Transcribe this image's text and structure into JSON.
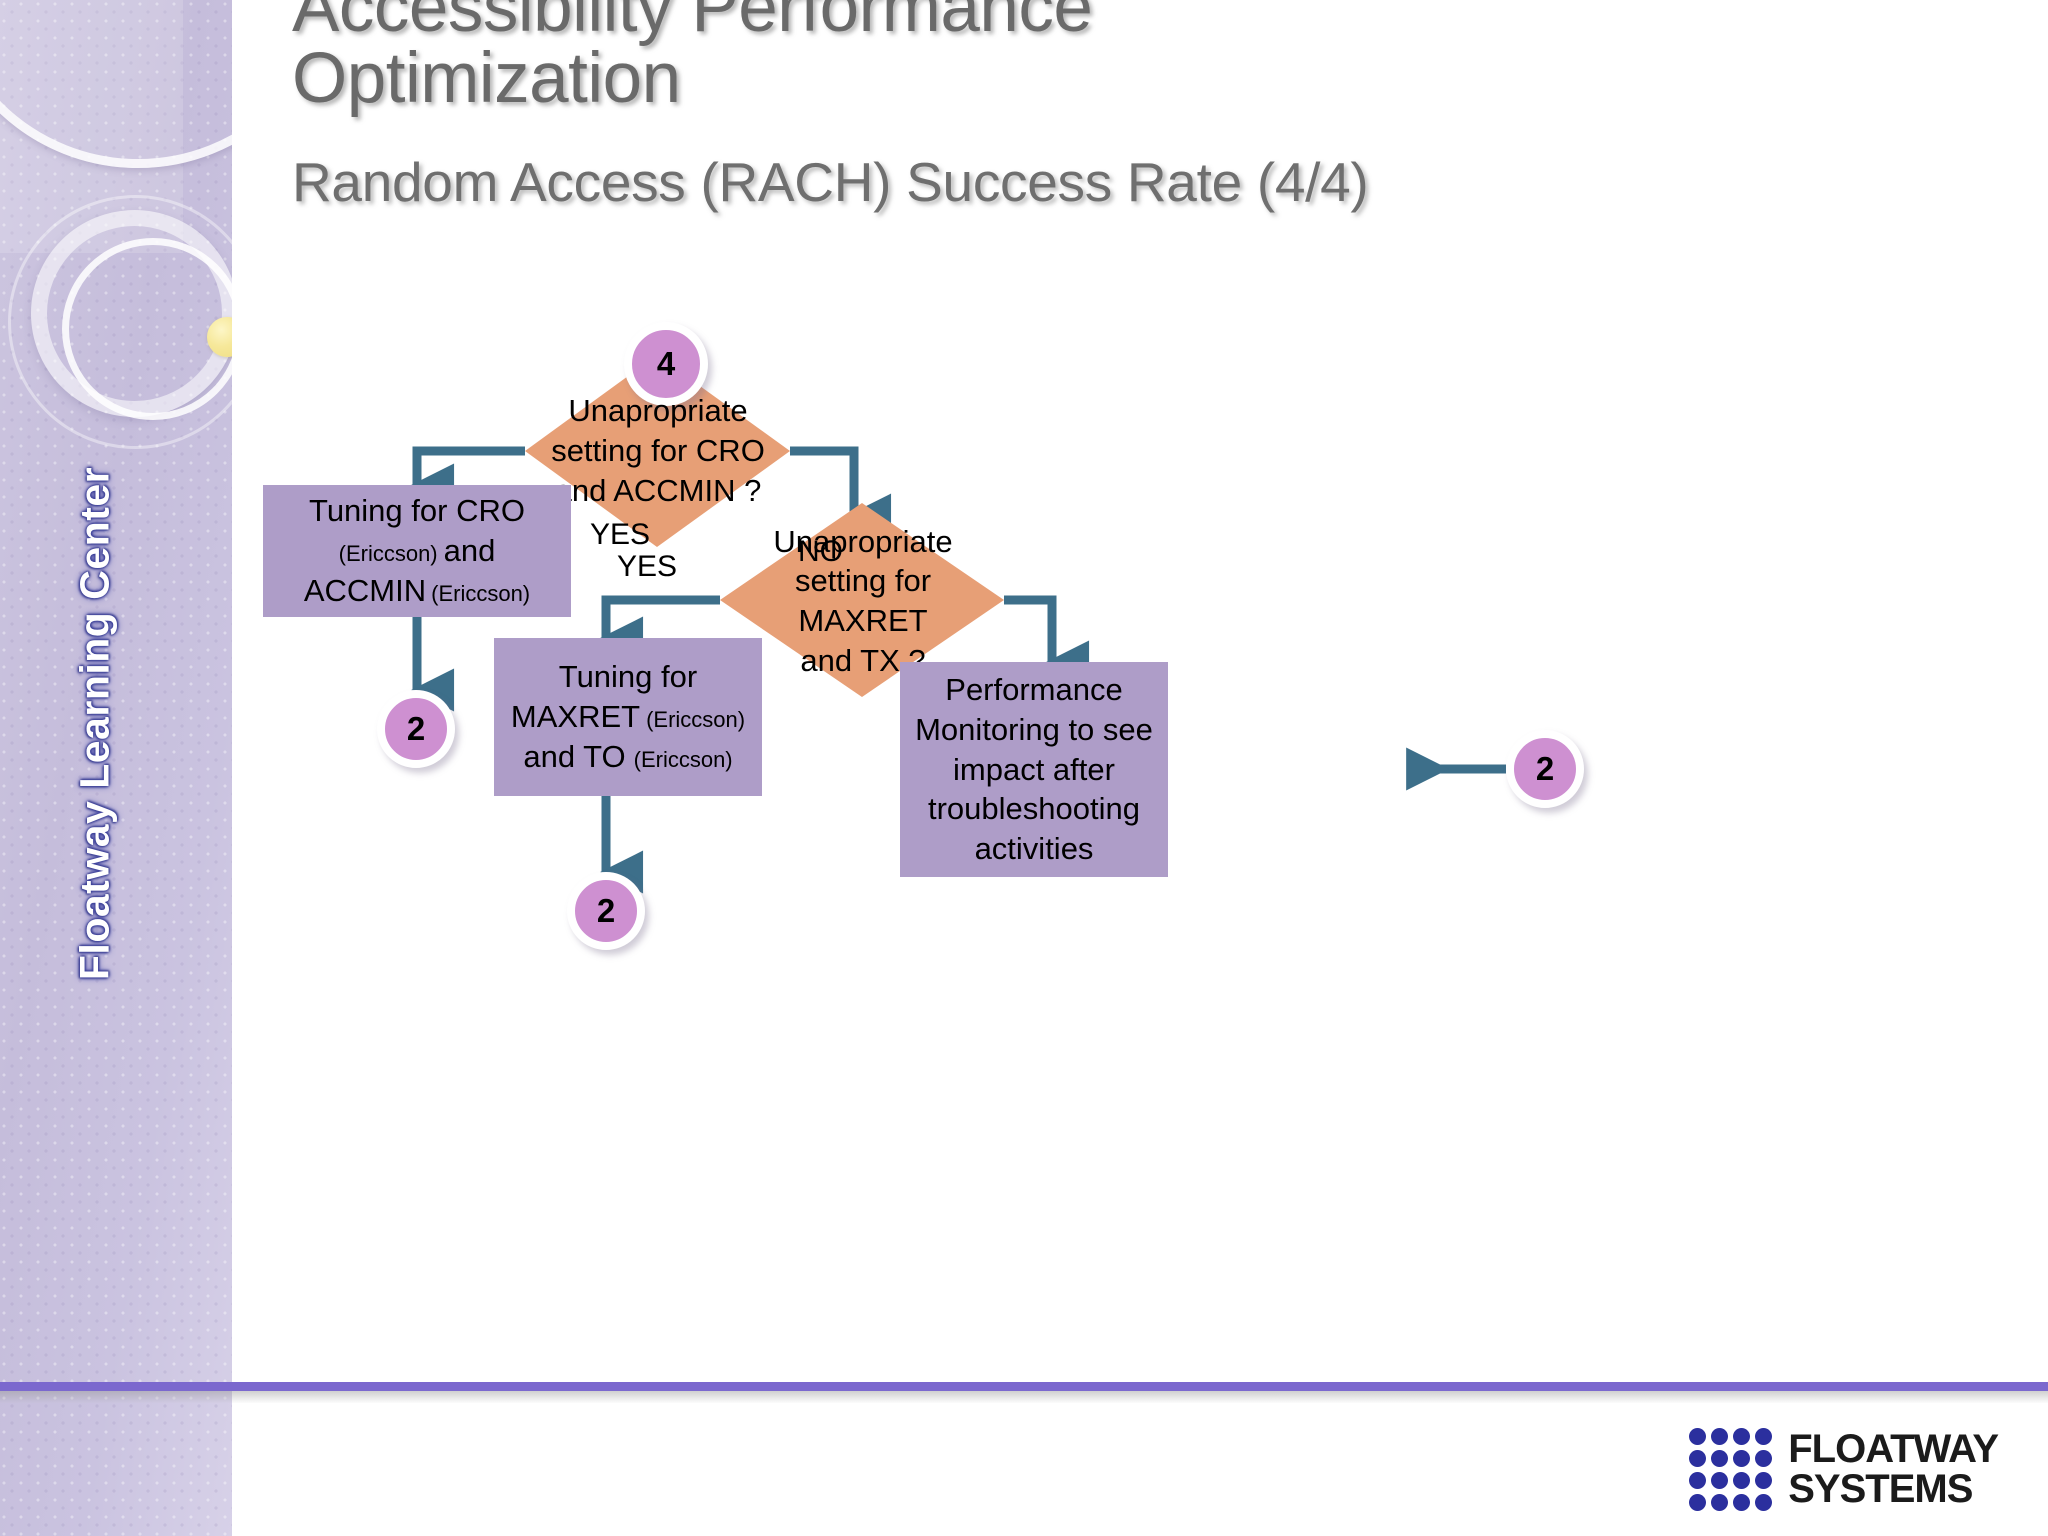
{
  "slide": {
    "title_main": "Accessibility Performance Optimization",
    "title_sub": "Random Access (RACH) Success Rate (4/4)"
  },
  "sidebar": {
    "label": "Floatway Learning Center",
    "background_color": "#C8C0DE",
    "decor": {
      "ring_color": "#FFFFFF",
      "dot_color": "#F3E694"
    }
  },
  "footer": {
    "rule_color": "#7B68CE",
    "logo": {
      "line1": "FLOATWAY",
      "line2": "SYSTEMS",
      "dot_color": "#2B2F9E",
      "dot_count": 16
    }
  },
  "colors": {
    "process_fill": "#AE9DC8",
    "decision_fill": "#E79F76",
    "connector_fill": "#CE90D1",
    "arrow": "#3D6F8A",
    "text": "#000000"
  },
  "chart_data": {
    "type": "diagram",
    "diagram_kind": "flowchart",
    "title": "Random Access (RACH) Success Rate (4/4)",
    "nodes": [
      {
        "id": "c4",
        "kind": "connector",
        "label": "4"
      },
      {
        "id": "d1",
        "kind": "decision",
        "label": "Unapropriate setting for CRO and ACCMIN ?"
      },
      {
        "id": "p1",
        "kind": "process",
        "label": "Tuning for CRO (Ericcson) and ACCMIN (Ericcson)",
        "parts": [
          {
            "text": "Tuning for CRO",
            "style": "main"
          },
          {
            "text": "(Ericcson)",
            "style": "sub"
          },
          {
            "text": "and",
            "style": "main"
          },
          {
            "text": "ACCMIN",
            "style": "main"
          },
          {
            "text": "(Ericcson)",
            "style": "sub"
          }
        ]
      },
      {
        "id": "c2a",
        "kind": "connector",
        "label": "2"
      },
      {
        "id": "d2",
        "kind": "decision",
        "label": "Unapropriate setting for MAXRET and TX ?"
      },
      {
        "id": "p2",
        "kind": "process",
        "label": "Tuning for MAXRET (Ericcson) and TO (Ericcson)",
        "parts": [
          {
            "text": "Tuning for",
            "style": "main"
          },
          {
            "text": "MAXRET",
            "style": "main"
          },
          {
            "text": "(Ericcson)",
            "style": "sub"
          },
          {
            "text": "and TO",
            "style": "main"
          },
          {
            "text": "(Ericcson)",
            "style": "sub"
          }
        ]
      },
      {
        "id": "c2b",
        "kind": "connector",
        "label": "2"
      },
      {
        "id": "p3",
        "kind": "process",
        "label": "Performance Monitoring  to see impact after troubleshooting activities"
      },
      {
        "id": "c2c",
        "kind": "connector",
        "label": "2"
      }
    ],
    "edges": [
      {
        "from": "c4",
        "to": "d1",
        "label": ""
      },
      {
        "from": "d1",
        "to": "p1",
        "label": "YES"
      },
      {
        "from": "d1",
        "to": "d2",
        "label": "NO"
      },
      {
        "from": "p1",
        "to": "c2a",
        "label": ""
      },
      {
        "from": "d2",
        "to": "p2",
        "label": "YES"
      },
      {
        "from": "d2",
        "to": "p3",
        "label": ""
      },
      {
        "from": "p2",
        "to": "c2b",
        "label": ""
      },
      {
        "from": "c2c",
        "to": "p3",
        "label": ""
      }
    ],
    "branch_labels": [
      "YES",
      "NO",
      "YES"
    ]
  },
  "nodes": {
    "connector_4": "4",
    "decision_1_l1": "Unapropriate",
    "decision_1_l2": "setting for CRO",
    "decision_1_l3": "and ACCMIN ?",
    "process_1_t1": "Tuning for CRO",
    "process_1_t2": "(Ericcson)",
    "process_1_t3": "and",
    "process_1_t4": "ACCMIN",
    "process_1_t5": "(Ericcson)",
    "connector_2a": "2",
    "decision_2_l1": "Unapropriate",
    "decision_2_l2": "setting for MAXRET",
    "decision_2_l3": "and TX ?",
    "process_2_t1": "Tuning for",
    "process_2_t2": "MAXRET",
    "process_2_t3": "(Ericcson)",
    "process_2_t4": "and TO",
    "process_2_t5": "(Ericcson)",
    "connector_2b": "2",
    "process_3_l1": "Performance",
    "process_3_l2": "Monitoring  to see",
    "process_3_l3": "impact after",
    "process_3_l4": "troubleshooting",
    "process_3_l5": "activities",
    "connector_2c": "2",
    "label_yes_1": "YES",
    "label_no_1": "NO",
    "label_yes_2": "YES"
  }
}
